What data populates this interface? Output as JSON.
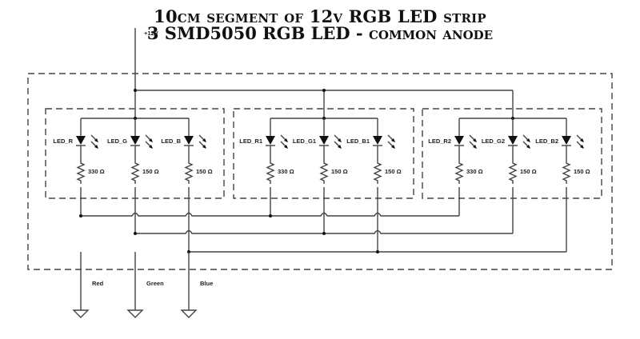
{
  "title": {
    "line1": "10cm segment of 12v RGB LED strip",
    "line2": "3 SMD5050 RGB LED - common anode"
  },
  "supply_label": "+12V",
  "leds": [
    {
      "name": "LED_R",
      "resistor": "330 Ω"
    },
    {
      "name": "LED_G",
      "resistor": "150 Ω"
    },
    {
      "name": "LED_B",
      "resistor": "150 Ω"
    },
    {
      "name": "LED_R1",
      "resistor": "330 Ω"
    },
    {
      "name": "LED_G1",
      "resistor": "150 Ω"
    },
    {
      "name": "LED_B1",
      "resistor": "150 Ω"
    },
    {
      "name": "LED_R2",
      "resistor": "330 Ω"
    },
    {
      "name": "LED_G2",
      "resistor": "150 Ω"
    },
    {
      "name": "LED_B2",
      "resistor": "150 Ω"
    }
  ],
  "outputs": [
    "Red",
    "Green",
    "Blue"
  ]
}
